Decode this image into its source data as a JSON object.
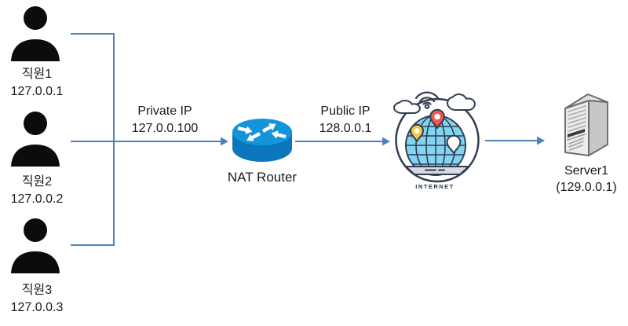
{
  "clients": [
    {
      "name": "직원1",
      "ip": "127.0.0.1"
    },
    {
      "name": "직원2",
      "ip": "127.0.0.2"
    },
    {
      "name": "직원3",
      "ip": "127.0.0.3"
    }
  ],
  "links": {
    "private": {
      "label": "Private IP",
      "ip": "127.0.0.100"
    },
    "public": {
      "label": "Public IP",
      "ip": "128.0.0.1"
    }
  },
  "router": {
    "label": "NAT Router"
  },
  "internet": {
    "label": "INTERNET"
  },
  "server": {
    "name": "Server1",
    "ip": "(129.0.0.1)"
  },
  "icons": {
    "client": "person-silhouette-icon",
    "router": "cisco-router-cylinder-icon",
    "internet": "internet-globe-icon",
    "server": "tower-server-icon",
    "link": "arrowhead-right-icon"
  },
  "colors": {
    "connector": "#4f81bd",
    "navy": "#323d52",
    "globe_blue": "#82d4f2",
    "pin_red": "#f1594a",
    "pin_yellow": "#f8c63d",
    "router_top": "#1495da",
    "router_side": "#0b76bb",
    "person": "#0c0c0c",
    "text": "#1a1a1a",
    "internet_text": "#2b3440",
    "server_front": "#ececea",
    "server_side": "#c7c7c5",
    "server_top": "#e2e2e0",
    "server_stroke": "#6e6e6c",
    "base_gray": "#d7dbe1"
  }
}
